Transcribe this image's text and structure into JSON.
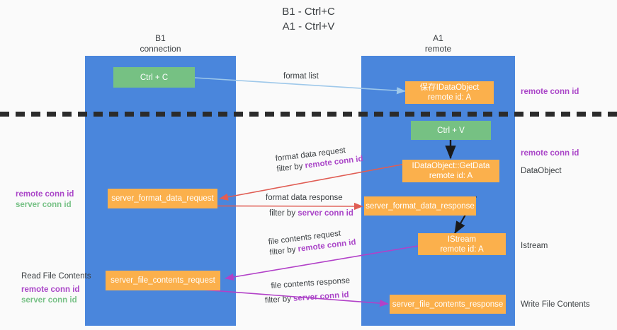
{
  "title": {
    "line1": "B1 - Ctrl+C",
    "line2": "A1 - Ctrl+V"
  },
  "columns": [
    {
      "id": "b1",
      "name": "B1",
      "role": "connection"
    },
    {
      "id": "a1",
      "name": "A1",
      "role": "remote"
    }
  ],
  "nodes": {
    "ctrl_c": {
      "label": "Ctrl + C",
      "sub": "",
      "color": "#76c183"
    },
    "save_idataobject": {
      "label": "保存IDataObject",
      "sub": "remote id: A",
      "color": "#fbb04c"
    },
    "ctrl_v": {
      "label": "Ctrl + V",
      "sub": "",
      "color": "#76c183"
    },
    "idataobject_getdata": {
      "label": "IDataObject::GetData",
      "sub": "remote id: A",
      "color": "#fbb04c"
    },
    "server_format_data_request": {
      "label": "server_format_data_request",
      "sub": "",
      "color": "#fbb04c"
    },
    "server_format_data_response": {
      "label": "server_format_data_response",
      "sub": "",
      "color": "#fbb04c"
    },
    "istream": {
      "label": "IStream",
      "sub": "remote id: A",
      "color": "#fbb04c"
    },
    "server_file_contents_request": {
      "label": "server_file_contents_request",
      "sub": "",
      "color": "#fbb04c"
    },
    "server_file_contents_response": {
      "label": "server_file_contents_response",
      "sub": "",
      "color": "#fbb04c"
    }
  },
  "edge_labels": {
    "format_list": "format list",
    "format_data_request": "format data request",
    "filter_by": "filter by ",
    "remote_conn_id": "remote conn id",
    "format_data_response": "format data response",
    "server_conn_id": "server conn id",
    "file_contents_request": "file contents request",
    "file_contents_response": "file contents response"
  },
  "annotations": {
    "right_remote_conn_id_top": "remote conn id",
    "right_remote_conn_id_mid": "remote conn id",
    "right_dataobject": "DataObject",
    "right_istream": "Istream",
    "right_write_file_contents": "Write File Contents",
    "left_remote_conn_id": "remote conn id",
    "left_server_conn_id": "server conn id",
    "left_read_file_contents": "Read File Contents",
    "left_remote_conn_id_2": "remote conn id",
    "left_server_conn_id_2": "server conn id"
  },
  "colors": {
    "lane": "#4a86dc",
    "green_node": "#76c183",
    "orange_node": "#fbb04c",
    "remote_conn_id": "#aa46c8",
    "server_conn_id": "#77c186",
    "arrow_blue": "#9ec8ea",
    "arrow_red": "#e05d54",
    "arrow_magenta": "#b241c8",
    "arrow_black": "#1a1a1a",
    "divider": "#2b2b2b",
    "background": "#fafafa"
  }
}
